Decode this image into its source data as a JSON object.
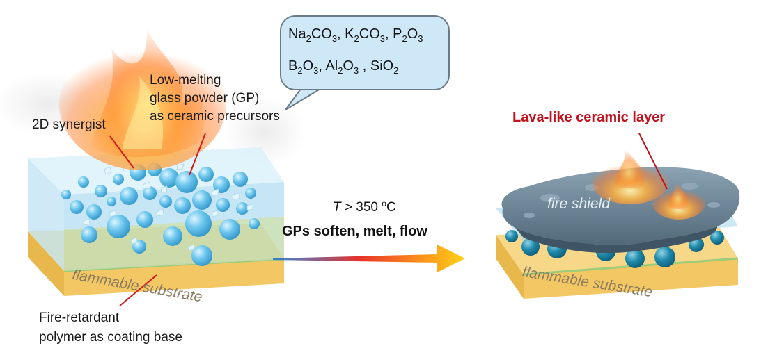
{
  "left_panel": {
    "label_gp_line1": "Low-melting",
    "label_gp_line2": "glass powder (GP)",
    "label_gp_line3": "as ceramic precursors",
    "label_synergist": "2D synergist",
    "substrate_label": "flammable substrate",
    "base_line1": "Fire-retardant",
    "base_line2": "polymer as coating base"
  },
  "bubble": {
    "row1": [
      {
        "el": "Na",
        "n": "2",
        "rest": "CO",
        "n2": "3",
        "sep": ", "
      },
      {
        "el": "K",
        "n": "2",
        "rest": "CO",
        "n2": "3",
        "sep": ", "
      },
      {
        "el": "P",
        "n": "2",
        "rest": "O",
        "n2": "3",
        "sep": ""
      }
    ],
    "row2": [
      {
        "el": "B",
        "n": "2",
        "rest": "O",
        "n2": "3",
        "sep": ", "
      },
      {
        "el": "Al",
        "n": "2",
        "rest": "O",
        "n2": "3",
        "sep": " , "
      },
      {
        "el": "SiO",
        "n": "2",
        "rest": "",
        "n2": "",
        "sep": ""
      }
    ]
  },
  "middle": {
    "t_symbol": "T",
    "t_compare": " > 350 ",
    "t_degree": "o",
    "t_unit": "C",
    "action": "GPs soften, melt, flow"
  },
  "right_panel": {
    "title": "Lava-like ceramic layer",
    "shield_label": "fire shield",
    "substrate_label": "flammable substrate"
  },
  "colors": {
    "coating_blue": "#8fd0ec",
    "substrate_yellow": "#f6d27a",
    "particle_blue": "#4fb9e6",
    "lava_grey": "#5f7889",
    "title_red": "#c1121f",
    "arrow_start": "#1f6fd1",
    "arrow_mid": "#e8322a",
    "arrow_end": "#ffd21a"
  }
}
